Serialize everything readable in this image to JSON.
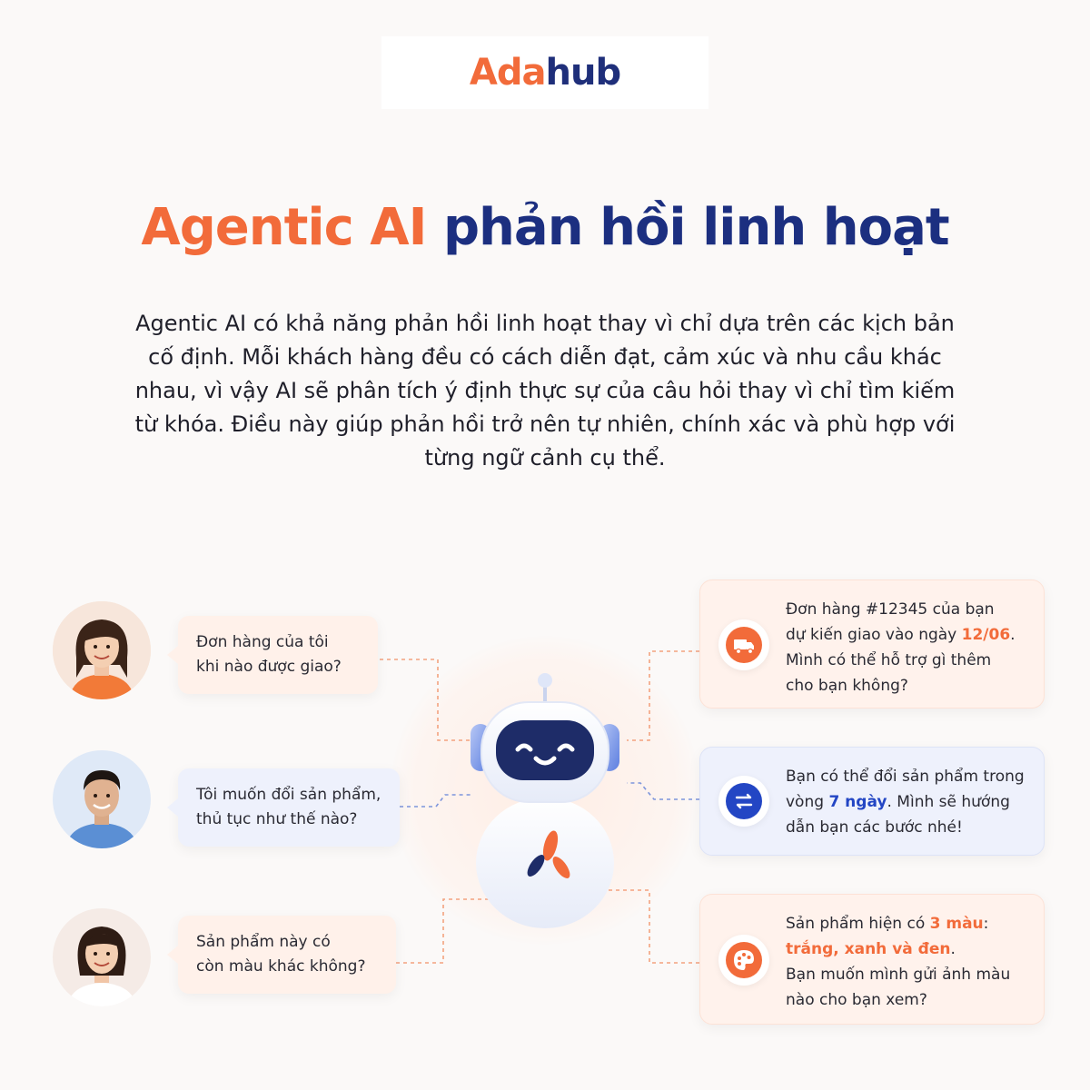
{
  "logo": {
    "part1": "Ada",
    "part2": "hub"
  },
  "title": {
    "highlight": "Agentic AI",
    "rest": "phản hồi linh hoạt"
  },
  "description": "Agentic AI có khả năng phản hồi linh hoạt thay vì chỉ dựa trên các kịch bản cố định. Mỗi khách hàng đều có cách diễn đạt, cảm xúc và nhu cầu khác nhau, vì vậy AI sẽ phân tích ý định thực sự của câu hỏi thay vì chỉ tìm kiếm từ khóa. Điều này giúp phản hồi trở nên tự nhiên, chính xác và phù hợp với từng ngữ cảnh cụ thể.",
  "questions": [
    {
      "text_line1": "Đơn hàng của tôi",
      "text_line2": "khi nào được giao?"
    },
    {
      "text_line1": "Tôi muốn đổi sản phẩm,",
      "text_line2": "thủ tục như thế nào?"
    },
    {
      "text_line1": "Sản phẩm này có",
      "text_line2": "còn màu khác không?"
    }
  ],
  "answers": [
    {
      "icon": "truck-icon",
      "line1": "Đơn hàng #12345 của bạn",
      "line2_pre": "dự kiến giao vào ngày ",
      "line2_hl": "12/06",
      "line2_post": ".",
      "line3": "Mình có thể hỗ trợ gì thêm",
      "line4": "cho bạn không?"
    },
    {
      "icon": "exchange-icon",
      "line1": "Bạn có thể đổi sản phẩm trong",
      "line2_pre": "vòng ",
      "line2_hl": "7 ngày",
      "line2_post": ". Mình sẽ hướng",
      "line3": "dẫn bạn các bước nhé!"
    },
    {
      "icon": "palette-icon",
      "line1_pre": "Sản phẩm hiện có ",
      "line1_hl": "3 màu",
      "line1_post": ":",
      "line2_hl": "trắng, xanh và đen",
      "line2_post": ".",
      "line3": "Bạn muốn mình gửi ảnh màu",
      "line4": "nào cho bạn xem?"
    }
  ],
  "colors": {
    "orange": "#f26b3a",
    "navy": "#1c2f80",
    "blue": "#2346c4"
  }
}
